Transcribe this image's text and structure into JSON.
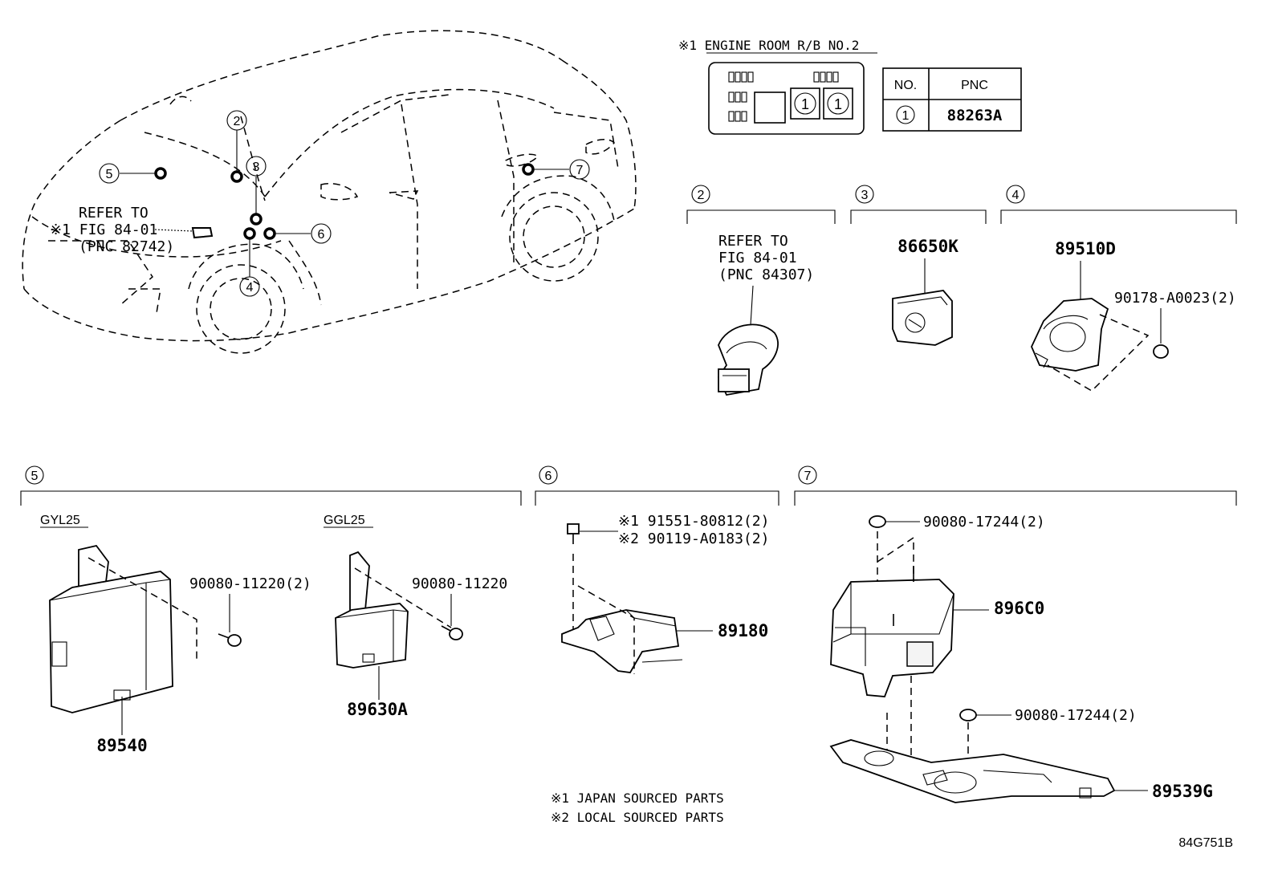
{
  "notes": {
    "engine_room_header": "※1 ENGINE ROOM R/B NO.2",
    "japan": "※1 JAPAN SOURCED PARTS",
    "local": "※2 LOCAL SOURCED PARTS"
  },
  "pnc_table": {
    "col_no": "NO.",
    "col_pnc": "PNC",
    "row_no": "1",
    "row_pnc": "88263A"
  },
  "relay_box": {
    "slot1": "1",
    "slot2": "1"
  },
  "vehicle": {
    "callouts": [
      "2",
      "3",
      "5",
      "6",
      "7",
      "4"
    ],
    "refer_line1": "REFER TO",
    "refer_line2": "※1 FIG 84-01",
    "refer_line3": "(PNC 82742)"
  },
  "section2": {
    "num": "2",
    "refer_line1": "REFER TO",
    "refer_line2": "FIG 84-01",
    "refer_line3": "(PNC 84307)"
  },
  "section3": {
    "num": "3",
    "part": "86650K"
  },
  "section4": {
    "num": "4",
    "part": "89510D",
    "bolt": "90178-A0023(2)"
  },
  "section5": {
    "num": "5",
    "variant1": "GYL25",
    "part1": "89540",
    "bolt1": "90080-11220(2)",
    "variant2": "GGL25",
    "part2": "89630A",
    "bolt2": "90080-11220"
  },
  "section6": {
    "num": "6",
    "part": "89180",
    "bolt_jp": "※1 91551-80812(2)",
    "bolt_local": "※2 90119-A0183(2)"
  },
  "section7": {
    "num": "7",
    "part_ecu": "896C0",
    "part_bracket": "89539G",
    "nut_top": "90080-17244(2)",
    "nut_bottom": "90080-17244(2)"
  },
  "figure_id": "84G751B"
}
